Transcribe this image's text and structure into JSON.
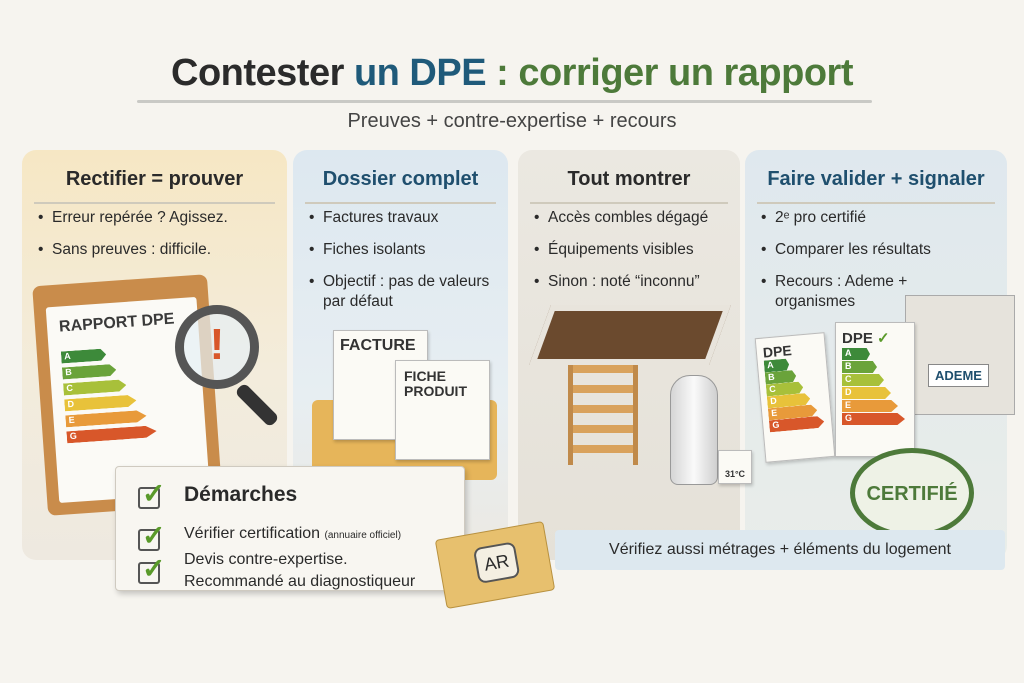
{
  "header": {
    "title_part1": "Contester",
    "title_part2": "un DPE",
    "title_part3": ": corriger un rapport",
    "subtitle": "Preuves + contre-expertise + recours"
  },
  "panels": [
    {
      "heading": "Rectifier = prouver",
      "bullets": [
        "Erreur repérée ? Agissez.",
        "Sans preuves : difficile."
      ]
    },
    {
      "heading": "Dossier complet",
      "bullets": [
        "Factures travaux",
        "Fiches isolants",
        "Objectif : pas de valeurs par défaut"
      ]
    },
    {
      "heading": "Tout montrer",
      "bullets": [
        "Accès combles dégagé",
        "Équipements visibles",
        "Sinon : noté “inconnu”"
      ]
    },
    {
      "heading": "Faire valider + signaler",
      "bullets": [
        "2ᵉ pro certifié",
        "Comparer les résultats",
        "Recours : Ademe + organismes"
      ]
    }
  ],
  "illustrations": {
    "rapport": "RAPPORT DPE",
    "facture": "FACTURE",
    "fiche": "FICHE PRODUIT",
    "dpe": "DPE",
    "temp": "31°C",
    "ademe": "ADEME",
    "stamp": "CERTIFIÉ",
    "envelope": "AR",
    "energy_letters": [
      "A",
      "B",
      "C",
      "D",
      "E",
      "G"
    ],
    "energy_colors": [
      "#3d8a3a",
      "#6aa33a",
      "#a8c03a",
      "#e8c23a",
      "#e89a3a",
      "#d8572a"
    ]
  },
  "steps": {
    "title": "Démarches",
    "items": [
      {
        "text": "Vérifier certification",
        "note": "(annuaire officiel)"
      },
      {
        "text": "Devis contre-expertise."
      },
      {
        "text": "Recommandé au diagnostiqueur"
      }
    ]
  },
  "footer_note": "Vérifiez aussi métrages + éléments du logement",
  "colors": {
    "title_dark": "#2b2b2b",
    "title_blue": "#1f5a7a",
    "title_green": "#4d7a3a"
  }
}
